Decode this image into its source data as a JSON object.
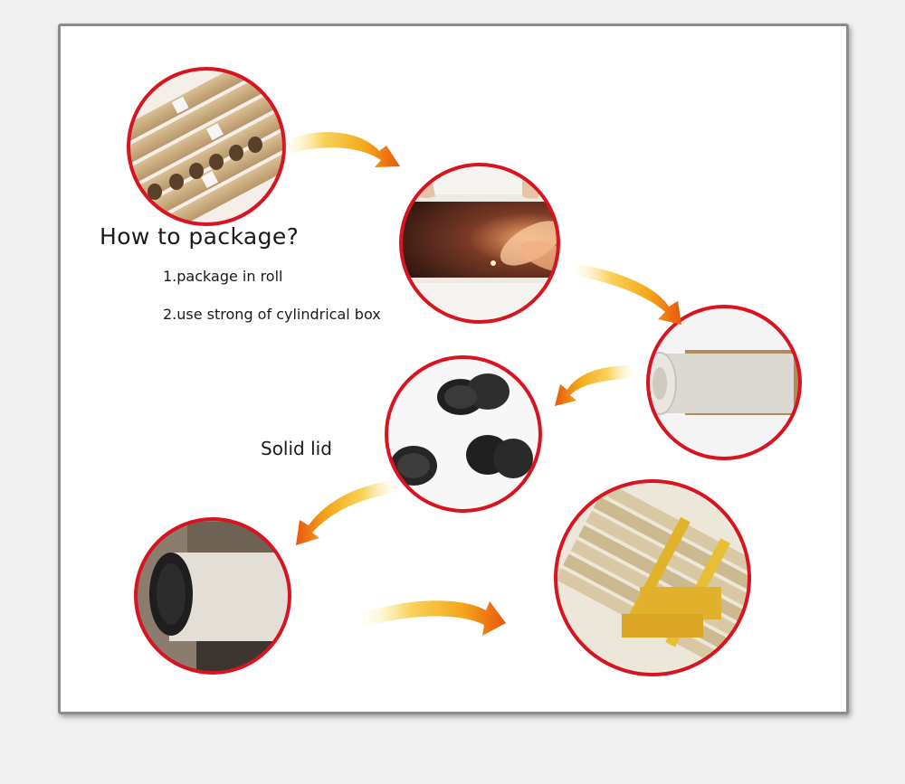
{
  "packaging": {
    "title": "How to package?",
    "steps": [
      "1.package in roll",
      "2.use strong of cylindrical box"
    ],
    "lid_label": "Solid lid"
  },
  "colors": {
    "circle_border": "#d7141f",
    "arrow_gold": "#f4a81a",
    "arrow_orange": "#e9560f",
    "card_border": "#8c8c8c"
  },
  "photos": [
    {
      "name": "kraft-tubes-photo"
    },
    {
      "name": "canvas-print-held-photo"
    },
    {
      "name": "canvas-rolled-into-tube-photo"
    },
    {
      "name": "black-end-caps-photo"
    },
    {
      "name": "capped-tube-end-photo"
    },
    {
      "name": "wrapped-tube-bundle-photo"
    }
  ]
}
